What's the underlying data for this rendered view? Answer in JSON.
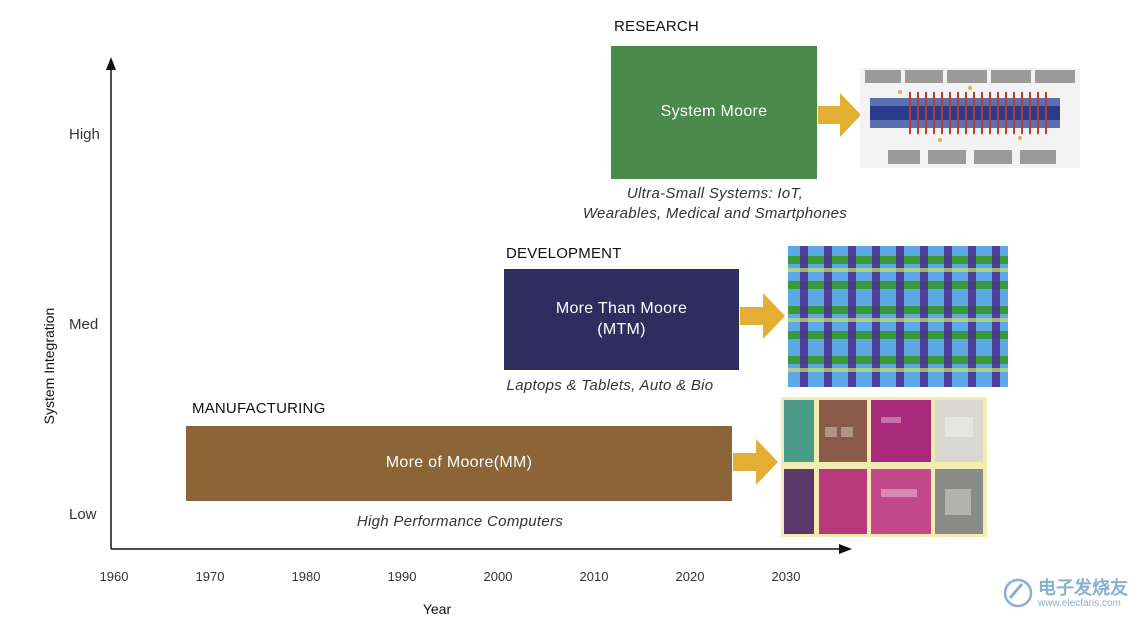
{
  "axes": {
    "y_label": "System Integration",
    "x_label": "Year",
    "y_ticks": [
      "High",
      "Med",
      "Low"
    ],
    "x_ticks": [
      "1960",
      "1970",
      "1980",
      "1990",
      "2000",
      "2010",
      "2020",
      "2030"
    ]
  },
  "stages": {
    "research": {
      "title": "RESEARCH",
      "box_label": "System Moore",
      "box_color": "#4a8a4a",
      "caption_line1": "Ultra-Small Systems: IoT,",
      "caption_line2": "Wearables, Medical and Smartphones"
    },
    "development": {
      "title": "DEVELOPMENT",
      "box_label_line1": "More Than Moore",
      "box_label_line2": "(MTM)",
      "box_color": "#2e2d60",
      "caption": "Laptops & Tablets, Auto & Bio"
    },
    "manufacturing": {
      "title": "MANUFACTURING",
      "box_label": "More of Moore(MM)",
      "box_color": "#8b6437",
      "caption": "High Performance Computers"
    }
  },
  "arrow_color": "#e2ae33",
  "watermark": {
    "text": "电子发烧友",
    "url": "www.elecfans.com"
  }
}
